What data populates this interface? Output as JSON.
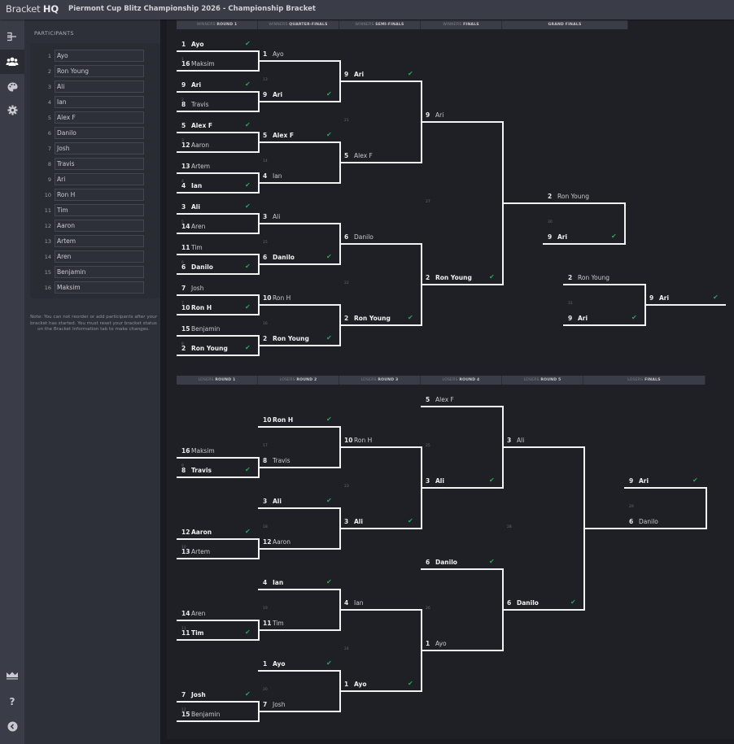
{
  "app": {
    "brand_prefix": "Bracket",
    "brand_suffix": "HQ",
    "page_title": "Piermont Cup Blitz Championship 2026 - Championship Bracket"
  },
  "rail": {
    "items": [
      {
        "icon": "bracket-icon",
        "glyph": "⊢",
        "active": false
      },
      {
        "icon": "users-icon",
        "glyph": "⚇",
        "active": true
      },
      {
        "icon": "palette-icon",
        "glyph": "◕",
        "active": false
      },
      {
        "icon": "gear-icon",
        "glyph": "⚙",
        "active": false
      }
    ],
    "bottom": [
      {
        "icon": "crown-icon",
        "glyph": "♛"
      },
      {
        "icon": "help-icon",
        "glyph": "?"
      },
      {
        "icon": "collapse-icon",
        "glyph": "❮"
      }
    ]
  },
  "participants": {
    "title": "PARTICIPANTS",
    "list": [
      "Ayo",
      "Ron Young",
      "Ali",
      "Ian",
      "Alex F",
      "Danilo",
      "Josh",
      "Travis",
      "Ari",
      "Ron H",
      "Tim",
      "Aaron",
      "Artem",
      "Aren",
      "Benjamin",
      "Maksim"
    ],
    "note": "Note: You can not reorder or add participants after your bracket has started. You must reset your bracket status on the Bracket Information tab to make changes."
  },
  "winners_headers": [
    {
      "pre": "WINNERS",
      "label": "ROUND 1"
    },
    {
      "pre": "WINNERS",
      "label": "QUARTER-FINALS"
    },
    {
      "pre": "WINNERS",
      "label": "SEMI-FINALS"
    },
    {
      "pre": "WINNERS",
      "label": "FINALS"
    },
    {
      "pre": "",
      "label": "GRAND FINALS"
    }
  ],
  "losers_headers": [
    {
      "pre": "LOSERS",
      "label": "ROUND 1"
    },
    {
      "pre": "LOSERS",
      "label": "ROUND 2"
    },
    {
      "pre": "LOSERS",
      "label": "ROUND 3"
    },
    {
      "pre": "LOSERS",
      "label": "ROUND 4"
    },
    {
      "pre": "LOSERS",
      "label": "ROUND 5"
    },
    {
      "pre": "LOSERS",
      "label": "FINALS"
    }
  ],
  "matches": [
    {
      "id": "1",
      "top": {
        "seed": "1",
        "name": "Ayo",
        "win": true
      },
      "bot": {
        "seed": "16",
        "name": "Maksim",
        "win": false
      }
    },
    {
      "id": "2",
      "top": {
        "seed": "9",
        "name": "Ari",
        "win": true
      },
      "bot": {
        "seed": "8",
        "name": "Travis",
        "win": false
      }
    },
    {
      "id": "3",
      "top": {
        "seed": "5",
        "name": "Alex F",
        "win": true
      },
      "bot": {
        "seed": "12",
        "name": "Aaron",
        "win": false
      }
    },
    {
      "id": "4",
      "top": {
        "seed": "13",
        "name": "Artem",
        "win": false
      },
      "bot": {
        "seed": "4",
        "name": "Ian",
        "win": true
      }
    },
    {
      "id": "5",
      "top": {
        "seed": "3",
        "name": "Ali",
        "win": true
      },
      "bot": {
        "seed": "14",
        "name": "Aren",
        "win": false
      }
    },
    {
      "id": "6",
      "top": {
        "seed": "11",
        "name": "Tim",
        "win": false
      },
      "bot": {
        "seed": "6",
        "name": "Danilo",
        "win": true
      }
    },
    {
      "id": "7",
      "top": {
        "seed": "7",
        "name": "Josh",
        "win": false
      },
      "bot": {
        "seed": "10",
        "name": "Ron H",
        "win": true
      }
    },
    {
      "id": "8",
      "top": {
        "seed": "15",
        "name": "Benjamin",
        "win": false
      },
      "bot": {
        "seed": "2",
        "name": "Ron Young",
        "win": true
      }
    },
    {
      "id": "13",
      "top": {
        "seed": "1",
        "name": "Ayo",
        "win": false
      },
      "bot": {
        "seed": "9",
        "name": "Ari",
        "win": true
      }
    },
    {
      "id": "14",
      "top": {
        "seed": "5",
        "name": "Alex F",
        "win": true
      },
      "bot": {
        "seed": "4",
        "name": "Ian",
        "win": false
      }
    },
    {
      "id": "15",
      "top": {
        "seed": "3",
        "name": "Ali",
        "win": false
      },
      "bot": {
        "seed": "6",
        "name": "Danilo",
        "win": true
      }
    },
    {
      "id": "16",
      "top": {
        "seed": "10",
        "name": "Ron H",
        "win": false
      },
      "bot": {
        "seed": "2",
        "name": "Ron Young",
        "win": true
      }
    },
    {
      "id": "21",
      "top": {
        "seed": "9",
        "name": "Ari",
        "win": true
      },
      "bot": {
        "seed": "5",
        "name": "Alex F",
        "win": false
      }
    },
    {
      "id": "22",
      "top": {
        "seed": "6",
        "name": "Danilo",
        "win": false
      },
      "bot": {
        "seed": "2",
        "name": "Ron Young",
        "win": true
      }
    },
    {
      "id": "27",
      "top": {
        "seed": "9",
        "name": "Ari",
        "win": false
      },
      "bot": {
        "seed": "2",
        "name": "Ron Young",
        "win": true
      }
    },
    {
      "id": "30",
      "top": {
        "seed": "2",
        "name": "Ron Young",
        "win": false
      },
      "bot": {
        "seed": "9",
        "name": "Ari",
        "win": true
      }
    },
    {
      "id": "31",
      "top": {
        "seed": "2",
        "name": "Ron Young",
        "win": false
      },
      "bot": {
        "seed": "9",
        "name": "Ari",
        "win": true
      }
    },
    {
      "id": "champion",
      "top": {
        "seed": "9",
        "name": "Ari",
        "win": true
      }
    },
    {
      "id": "9",
      "top": {
        "seed": "16",
        "name": "Maksim",
        "win": false
      },
      "bot": {
        "seed": "8",
        "name": "Travis",
        "win": true
      }
    },
    {
      "id": "10",
      "top": {
        "seed": "12",
        "name": "Aaron",
        "win": true
      },
      "bot": {
        "seed": "13",
        "name": "Artem",
        "win": false
      }
    },
    {
      "id": "11",
      "top": {
        "seed": "14",
        "name": "Aren",
        "win": false
      },
      "bot": {
        "seed": "11",
        "name": "Tim",
        "win": true
      }
    },
    {
      "id": "12",
      "top": {
        "seed": "7",
        "name": "Josh",
        "win": true
      },
      "bot": {
        "seed": "15",
        "name": "Benjamin",
        "win": false
      }
    },
    {
      "id": "17",
      "top": {
        "seed": "10",
        "name": "Ron H",
        "win": true
      },
      "bot": {
        "seed": "8",
        "name": "Travis",
        "win": false
      }
    },
    {
      "id": "18",
      "top": {
        "seed": "3",
        "name": "Ali",
        "win": true
      },
      "bot": {
        "seed": "12",
        "name": "Aaron",
        "win": false
      }
    },
    {
      "id": "19",
      "top": {
        "seed": "4",
        "name": "Ian",
        "win": true
      },
      "bot": {
        "seed": "11",
        "name": "Tim",
        "win": false
      }
    },
    {
      "id": "20",
      "top": {
        "seed": "1",
        "name": "Ayo",
        "win": true
      },
      "bot": {
        "seed": "7",
        "name": "Josh",
        "win": false
      }
    },
    {
      "id": "23",
      "top": {
        "seed": "10",
        "name": "Ron H",
        "win": false
      },
      "bot": {
        "seed": "3",
        "name": "Ali",
        "win": true
      }
    },
    {
      "id": "24",
      "top": {
        "seed": "4",
        "name": "Ian",
        "win": false
      },
      "bot": {
        "seed": "1",
        "name": "Ayo",
        "win": true
      }
    },
    {
      "id": "25",
      "top": {
        "seed": "5",
        "name": "Alex F",
        "win": false
      },
      "bot": {
        "seed": "3",
        "name": "Ali",
        "win": true
      }
    },
    {
      "id": "26",
      "top": {
        "seed": "6",
        "name": "Danilo",
        "win": true
      },
      "bot": {
        "seed": "1",
        "name": "Ayo",
        "win": false
      }
    },
    {
      "id": "28",
      "top": {
        "seed": "3",
        "name": "Ali",
        "win": false
      },
      "bot": {
        "seed": "6",
        "name": "Danilo",
        "win": true
      }
    },
    {
      "id": "29",
      "top": {
        "seed": "9",
        "name": "Ari",
        "win": true
      },
      "bot": {
        "seed": "6",
        "name": "Danilo",
        "win": false
      }
    }
  ],
  "check_glyph": "✔"
}
